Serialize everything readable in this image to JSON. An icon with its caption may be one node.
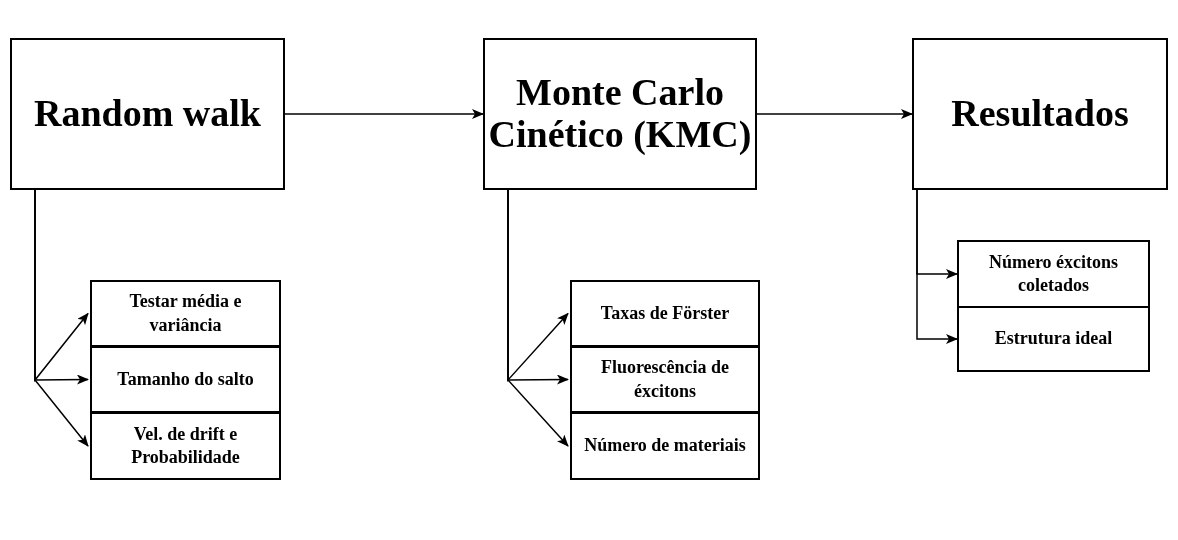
{
  "diagram": {
    "nodes": [
      {
        "text": [
          "Random walk"
        ]
      },
      {
        "text": [
          "Monte Carlo Cinético (KMC)"
        ]
      },
      {
        "text": [
          "Resultados"
        ]
      },
      {
        "text": [
          "Testar média e variância"
        ]
      },
      {
        "text": [
          "Tamanho do salto"
        ]
      },
      {
        "text": [
          "Vel. de drift e Probabilidade"
        ]
      },
      {
        "text": [
          "Taxas de Förster"
        ]
      },
      {
        "text": [
          "Fluorescência de éxcitons"
        ]
      },
      {
        "text": [
          "Número de materiais"
        ]
      },
      {
        "text": [
          "Número éxcitons coletados"
        ]
      },
      {
        "text": [
          "Estrutura ideal"
        ]
      }
    ],
    "edges": [
      {
        "from": 0,
        "to": 1,
        "arrow": "to"
      },
      {
        "from": 1,
        "to": 2,
        "arrow": "to"
      },
      {
        "from": 0,
        "to": 3,
        "arrow": "to"
      },
      {
        "from": 0,
        "to": 4,
        "arrow": "to"
      },
      {
        "from": 0,
        "to": 5,
        "arrow": "to"
      },
      {
        "from": 1,
        "to": 6,
        "arrow": "to"
      },
      {
        "from": 1,
        "to": 7,
        "arrow": "to"
      },
      {
        "from": 1,
        "to": 8,
        "arrow": "to"
      },
      {
        "from": 2,
        "to": 9,
        "arrow": "to"
      },
      {
        "from": 2,
        "to": 10,
        "arrow": "to"
      }
    ]
  }
}
